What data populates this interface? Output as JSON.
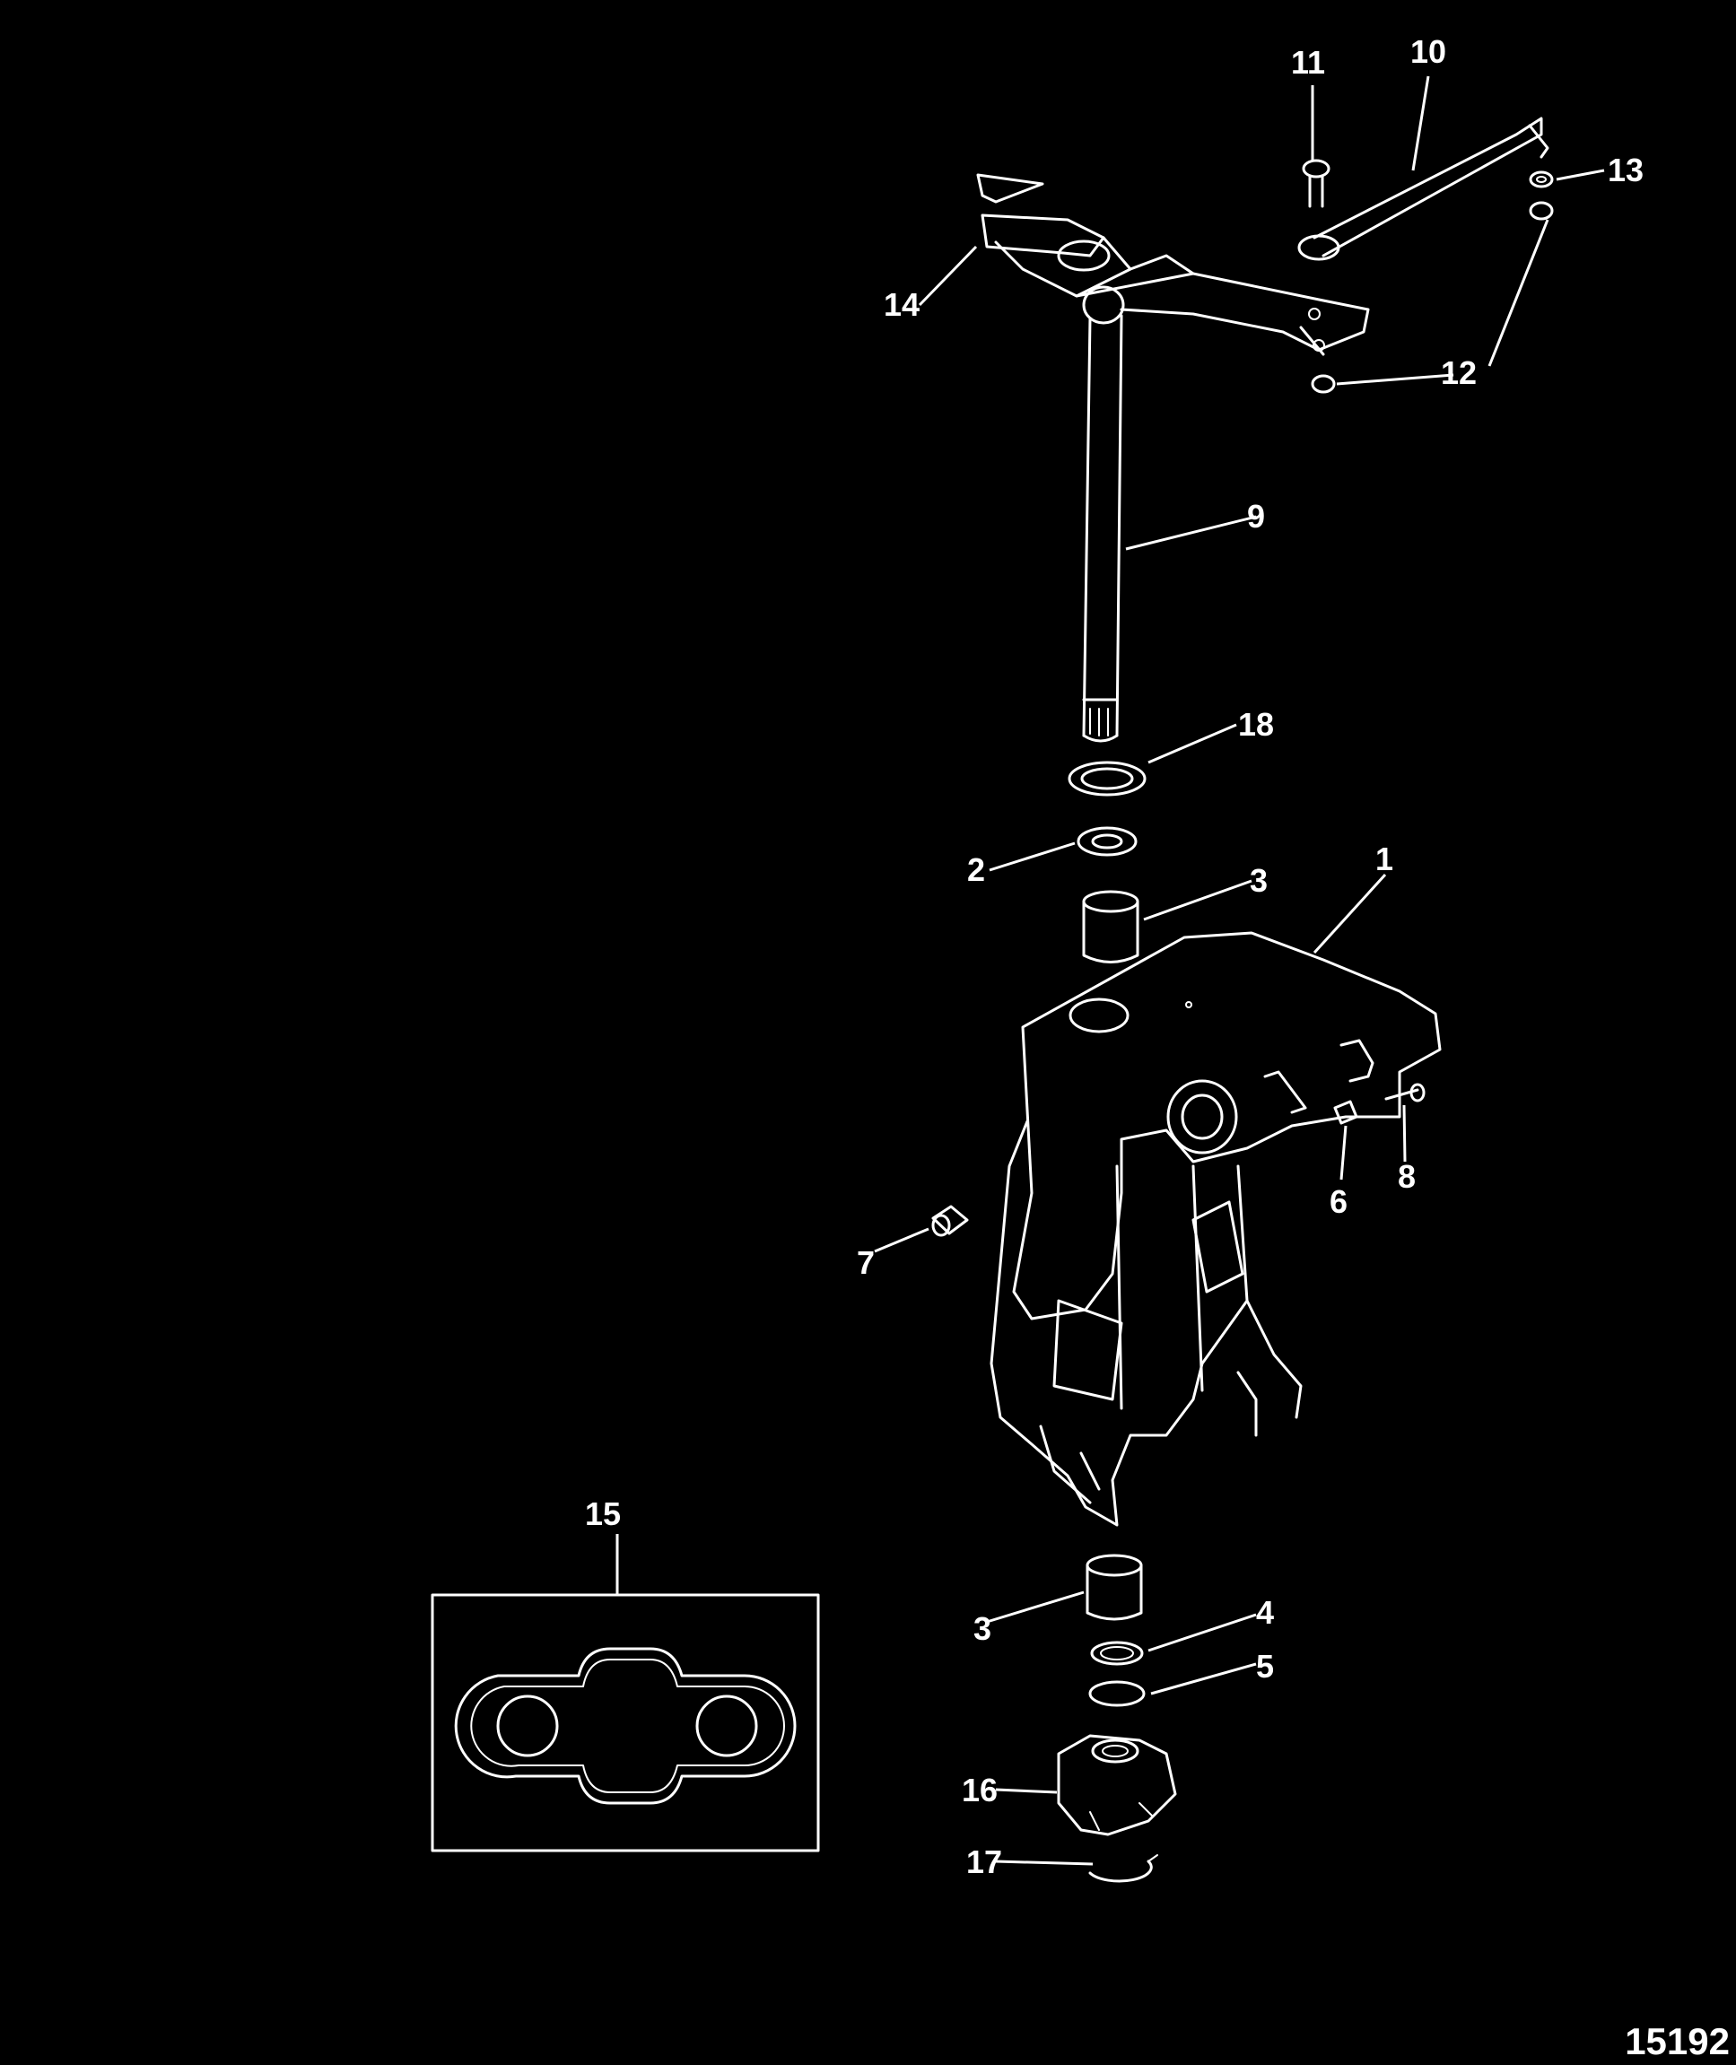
{
  "figure_number": "15192",
  "callouts": {
    "c1": "1",
    "c2": "2",
    "c3a": "3",
    "c3b": "3",
    "c4": "4",
    "c5": "5",
    "c6": "6",
    "c7": "7",
    "c8": "8",
    "c9": "9",
    "c10": "10",
    "c11": "11",
    "c12": "12",
    "c13": "13",
    "c14": "14",
    "c15": "15",
    "c16": "16",
    "c17": "17",
    "c18": "18"
  }
}
